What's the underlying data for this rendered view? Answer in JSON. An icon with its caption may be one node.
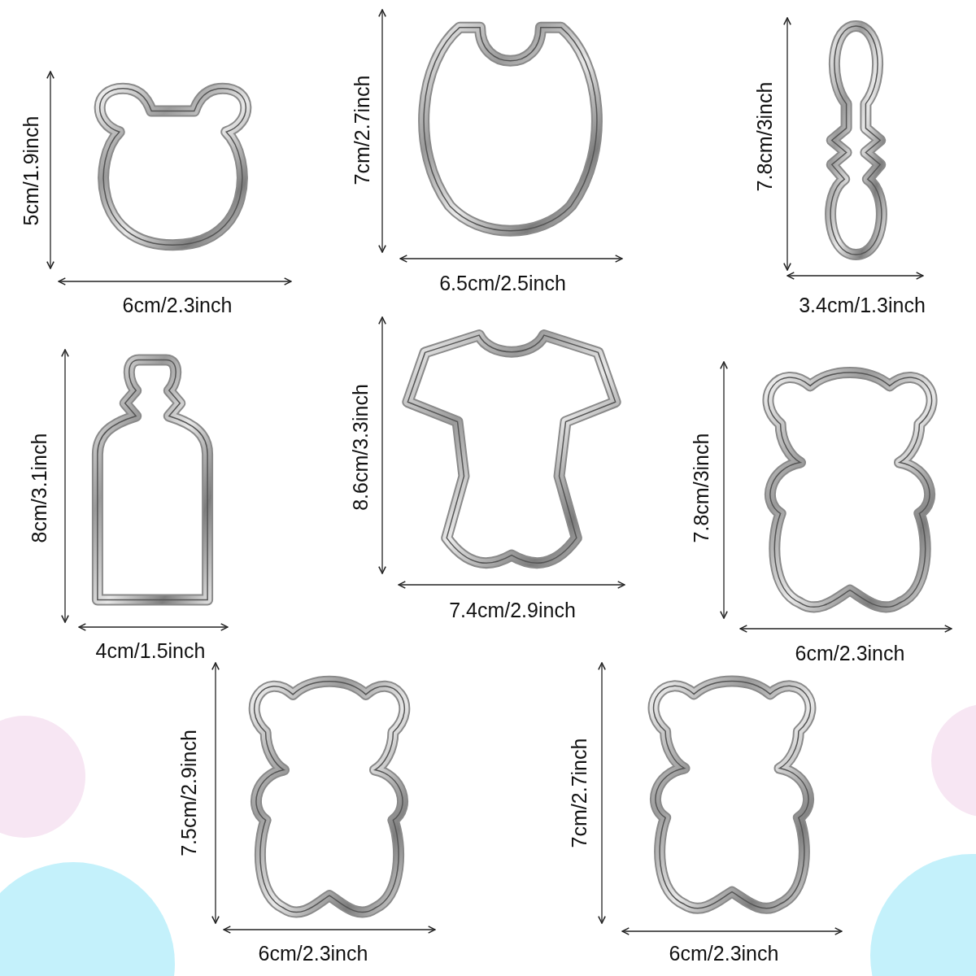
{
  "diagram": {
    "labels": [
      "5cm/1.9inch",
      "6cm/2.3inch",
      "7cm/2.7inch",
      "6.5cm/2.5inch",
      "7.8cm/3inch",
      "3.4cm/1.3inch",
      "8cm/3.1inch",
      "4cm/1.5inch",
      "8.6cm/3.3inch",
      "7.4cm/2.9inch",
      "7.8cm/3inch",
      "6cm/2.3inch",
      "7.5cm/2.9inch",
      "6cm/2.3inch",
      "7cm/2.7inch",
      "6cm/2.3inch"
    ]
  }
}
